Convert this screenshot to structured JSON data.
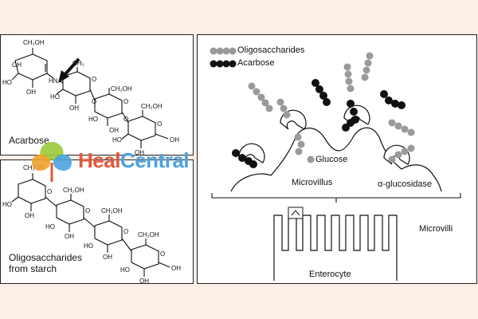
{
  "left_panels": {
    "acarbose_label": "Acarbose",
    "oligo_label_line1": "Oligosaccharides",
    "oligo_label_line2": "from starch"
  },
  "chem_labels": {
    "ch2oh": "CH₂OH",
    "oh": "OH",
    "ho": "HO",
    "hn": "HN",
    "ch3": "CH₃",
    "o": "O"
  },
  "right_panel": {
    "legend": [
      {
        "label": "Oligosaccharides",
        "color": "#9a9a9a"
      },
      {
        "label": "Acarbose",
        "color": "#111111"
      }
    ],
    "glucose_label": "Glucose",
    "microvillus_label": "Microvillus",
    "enzyme_label": "α-glucosidase",
    "microvilli_label": "Microvilli",
    "enterocyte_label": "Enterocyte"
  },
  "watermark": {
    "part1": "Heal",
    "part2": "Central"
  }
}
